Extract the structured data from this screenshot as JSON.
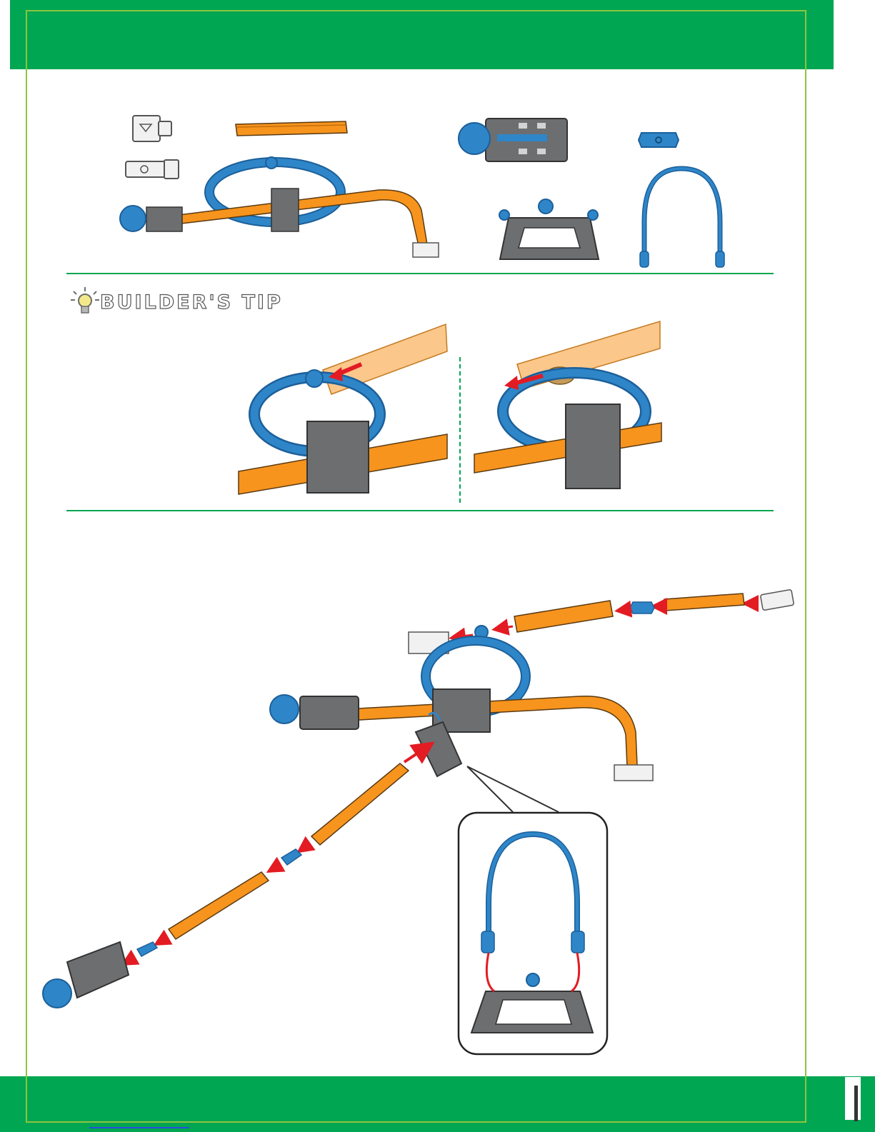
{
  "builders_tip": {
    "title": "BUILDER'S TIP"
  },
  "colors": {
    "header_green": "#00a651",
    "frame_lime": "#8dc63f",
    "track_orange": "#f7941d",
    "part_blue": "#2e86c8",
    "part_gray": "#6d6e70",
    "arrow_red": "#e31b23"
  },
  "icons": [
    "lightbulb-icon",
    "track-piece",
    "loop-piece",
    "launcher-piece",
    "connector-piece",
    "stand-piece",
    "cable-piece",
    "clip-piece"
  ]
}
